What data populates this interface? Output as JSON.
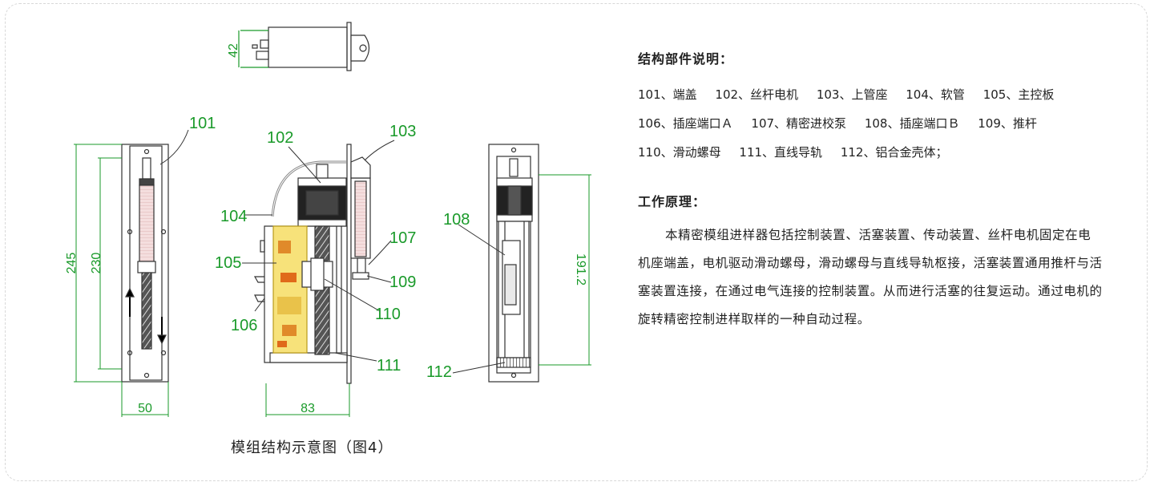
{
  "caption": "模组结构示意图（图4）",
  "dims": {
    "top_height": "42",
    "left_outer": "245",
    "left_inner": "230",
    "left_width": "50",
    "mid_width": "83",
    "right_height": "191.2"
  },
  "callouts": [
    "101",
    "102",
    "103",
    "104",
    "105",
    "106",
    "107",
    "108",
    "109",
    "110",
    "111",
    "112"
  ],
  "panel": {
    "structure_title": "结构部件说明：",
    "parts_rows": [
      [
        "101、端盖",
        "102、丝杆电机",
        "103、上管座",
        "104、软管",
        "105、主控板"
      ],
      [
        "106、插座端口Ａ",
        "107、精密进校泵",
        "108、插座端口Ｂ",
        "109、推杆"
      ],
      [
        "110、滑动螺母",
        "111、直线导轨",
        "112、铝合金壳体；"
      ]
    ],
    "principle_title": "工作原理：",
    "principle_text": "本精密模组进样器包括控制装置、活塞装置、传动装置、丝杆电机固定在电机座端盖，电机驱动滑动螺母，滑动螺母与直线导轨枢接，活塞装置通用推杆与活塞装置连接，在通过电气连接的控制装置。从而进行活塞的往复运动。通过电机的旋转精密控制进样取样的一种自动过程。"
  },
  "colors": {
    "line": "#333333",
    "dim": "#1a9a2a",
    "label": "#1a9a2a"
  }
}
